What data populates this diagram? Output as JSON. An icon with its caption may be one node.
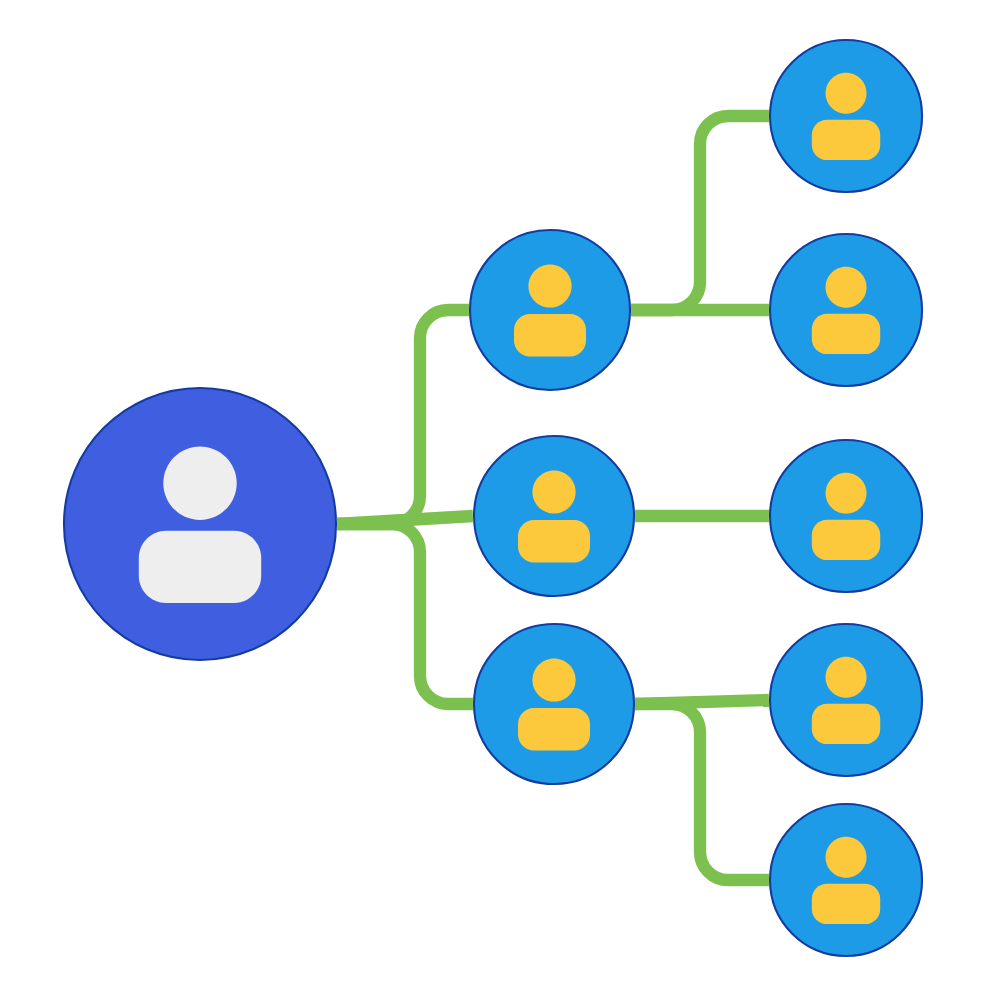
{
  "diagram": {
    "nodes": [
      {
        "text": [],
        "shape": "circle"
      },
      {
        "text": [],
        "shape": "circle"
      },
      {
        "text": [],
        "shape": "circle"
      },
      {
        "text": [],
        "shape": "circle"
      },
      {
        "text": [],
        "shape": "circle"
      },
      {
        "text": [],
        "shape": "circle"
      },
      {
        "text": [],
        "shape": "circle"
      },
      {
        "text": [],
        "shape": "circle"
      },
      {
        "text": [],
        "shape": "circle"
      }
    ],
    "edges": [
      {
        "from": 0,
        "to": 1,
        "arrow": "none"
      },
      {
        "from": 0,
        "to": 2,
        "arrow": "none"
      },
      {
        "from": 0,
        "to": 3,
        "arrow": "none"
      },
      {
        "from": 1,
        "to": 4,
        "arrow": "none"
      },
      {
        "from": 1,
        "to": 5,
        "arrow": "none"
      },
      {
        "from": 2,
        "to": 6,
        "arrow": "none"
      },
      {
        "from": 3,
        "to": 7,
        "arrow": "none"
      },
      {
        "from": 3,
        "to": 8,
        "arrow": "none"
      }
    ]
  }
}
